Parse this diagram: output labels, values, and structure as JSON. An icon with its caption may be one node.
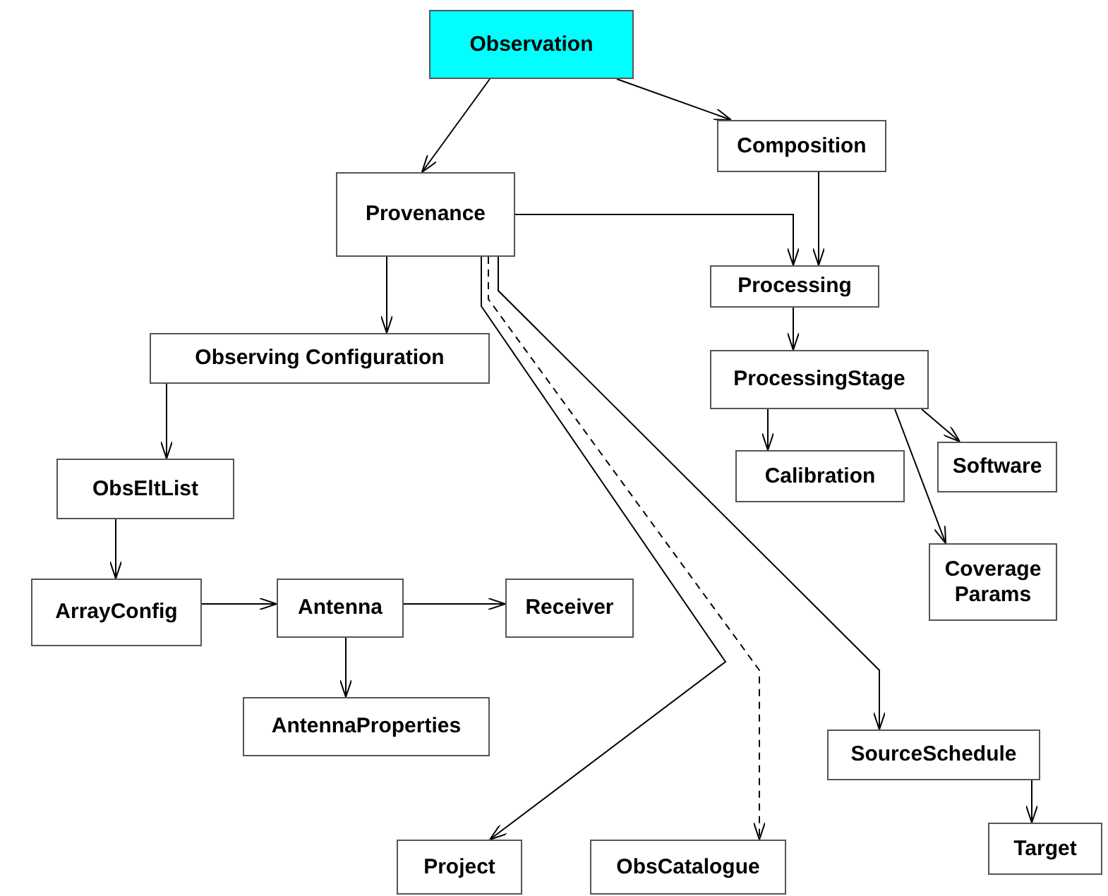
{
  "diagram": {
    "nodes": [
      {
        "text": [
          "Observation"
        ]
      },
      {
        "text": [
          "Composition"
        ]
      },
      {
        "text": [
          "Provenance"
        ]
      },
      {
        "text": [
          "Processing"
        ]
      },
      {
        "text": [
          "Observing Configuration"
        ]
      },
      {
        "text": [
          "ProcessingStage"
        ]
      },
      {
        "text": [
          "ObsEltList"
        ]
      },
      {
        "text": [
          "Calibration"
        ]
      },
      {
        "text": [
          "Software"
        ]
      },
      {
        "text": [
          "Coverage Params"
        ]
      },
      {
        "text": [
          "ArrayConfig"
        ]
      },
      {
        "text": [
          "Antenna"
        ]
      },
      {
        "text": [
          "Receiver"
        ]
      },
      {
        "text": [
          "AntennaProperties"
        ]
      },
      {
        "text": [
          "SourceSchedule"
        ]
      },
      {
        "text": [
          "Project"
        ]
      },
      {
        "text": [
          "ObsCatalogue"
        ]
      },
      {
        "text": [
          "Target"
        ]
      }
    ],
    "edges": [
      {
        "from": 0,
        "to": 2,
        "arrow": "to"
      },
      {
        "from": 0,
        "to": 1,
        "arrow": "to"
      },
      {
        "from": 1,
        "to": 3,
        "arrow": "to"
      },
      {
        "from": 2,
        "to": 3,
        "arrow": "to"
      },
      {
        "from": 2,
        "to": 4,
        "arrow": "to"
      },
      {
        "from": 3,
        "to": 5,
        "arrow": "to"
      },
      {
        "from": 2,
        "to": 15,
        "arrow": "to"
      },
      {
        "from": 2,
        "to": 16,
        "arrow": "to",
        "style": "dashed"
      },
      {
        "from": 2,
        "to": 14,
        "arrow": "to"
      },
      {
        "from": 4,
        "to": 6,
        "arrow": "to"
      },
      {
        "from": 5,
        "to": 7,
        "arrow": "to"
      },
      {
        "from": 5,
        "to": 8,
        "arrow": "to"
      },
      {
        "from": 5,
        "to": 9,
        "arrow": "to"
      },
      {
        "from": 6,
        "to": 10,
        "arrow": "to"
      },
      {
        "from": 10,
        "to": 11,
        "arrow": "to"
      },
      {
        "from": 11,
        "to": 12,
        "arrow": "to"
      },
      {
        "from": 11,
        "to": 13,
        "arrow": "to"
      },
      {
        "from": 14,
        "to": 17,
        "arrow": "to"
      }
    ]
  }
}
